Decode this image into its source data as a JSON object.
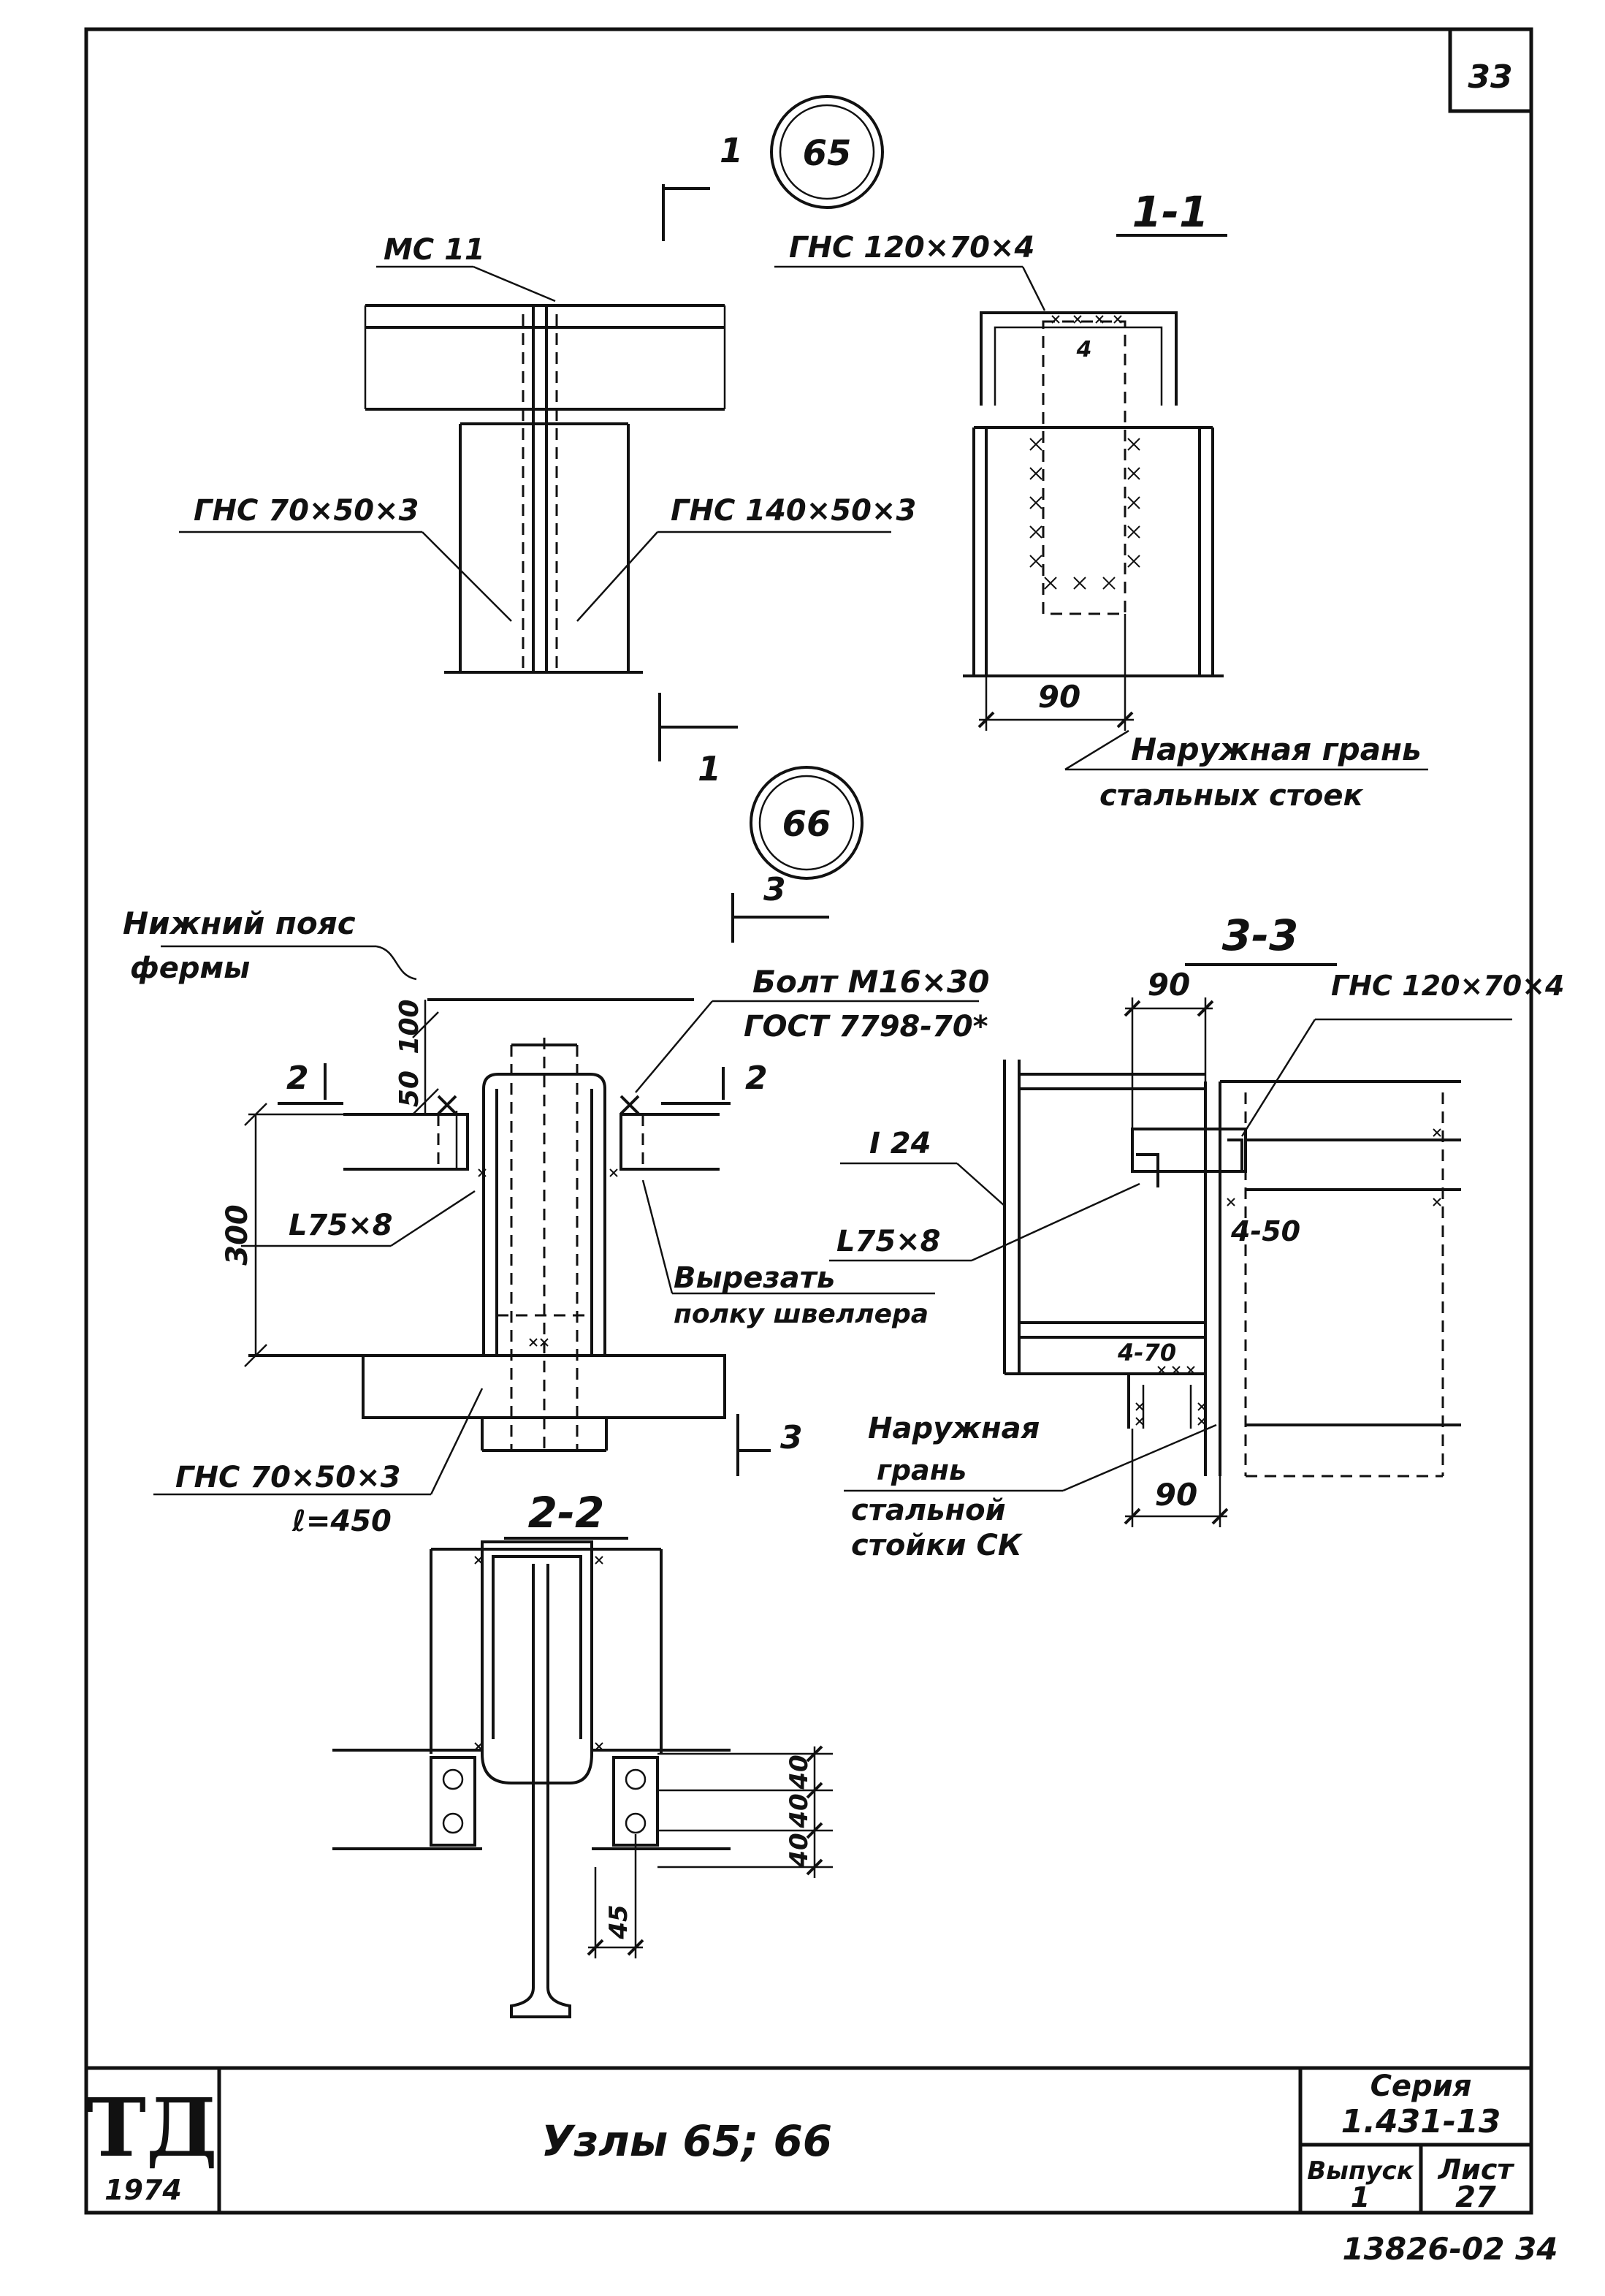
{
  "sheet": {
    "sheet_corner_number": "33",
    "archive_number": "13826-02 34"
  },
  "title_block": {
    "logo_text": "ТД",
    "logo_year": "1974",
    "title": "Узлы 65; 66",
    "series_label": "Серия",
    "series_value": "1.431-13",
    "issue_label": "Выпуск",
    "issue_value": "1",
    "sheet_label": "Лист",
    "sheet_value": "27"
  },
  "node65": {
    "node_label": "65",
    "section_mark": "1",
    "label_mc": "МС 11",
    "label_ghs1": "ГНС 70×50×3",
    "label_ghs2": "ГНС 140×50×3"
  },
  "section11": {
    "title": "1-1",
    "label_ghs": "ГНС 120×70×4",
    "dim_weld": "4",
    "dim_90": "90",
    "note_line1": "Наружная грань",
    "note_line2": "стальных стоек"
  },
  "node66": {
    "node_label": "66",
    "section_mark3": "3",
    "section_mark2": "2",
    "label_chord_line1": "Нижний пояс",
    "label_chord_line2": "фермы",
    "label_bolt_line1": "Болт М16×30",
    "label_bolt_line2": "ГОСТ 7798-70*",
    "dim_50": "50",
    "dim_100": "100",
    "dim_300": "300",
    "label_angle": "L75×8",
    "note_cut_line1": "Вырезать",
    "note_cut_line2": "полку швеллера",
    "label_ghs_line1": "ГНС 70×50×3",
    "label_ghs_line2": "ℓ=450"
  },
  "section33": {
    "title": "3-3",
    "dim_90_top": "90",
    "label_ghs": "ГНС 120×70×4",
    "label_beam": "I 24",
    "label_angle": "L75×8",
    "dim_weld1": "4-50",
    "dim_weld2": "4-70",
    "note_line1": "Наружная",
    "note_line2": "грань",
    "note_line3": "стальной",
    "note_line4": "стойки СК",
    "dim_90_bottom": "90"
  },
  "section22": {
    "title": "2-2",
    "dim_40a": "40",
    "dim_40b": "40",
    "dim_40c": "40",
    "dim_45": "45"
  }
}
